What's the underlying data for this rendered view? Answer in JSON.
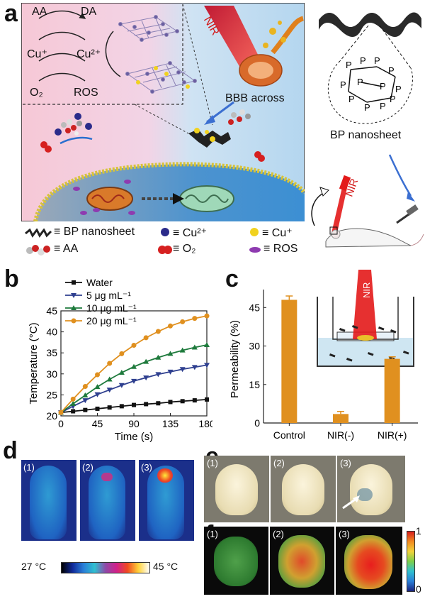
{
  "panel_a": {
    "label": "a",
    "cycle": {
      "aa": "AA",
      "da": "DA",
      "cu1": "Cu⁺",
      "cu2": "Cu²⁺",
      "o2": "O₂",
      "ros": "ROS"
    },
    "nir": "NIR",
    "bbb": "BBB across",
    "legend": [
      {
        "sym": "BP nanosheet",
        "text": "≡ BP nanosheet"
      },
      {
        "sym": "Cu2+",
        "text": "≡ Cu²⁺"
      },
      {
        "sym": "Cu+",
        "text": "≡ Cu⁺"
      },
      {
        "sym": "AA",
        "text": "≡ AA"
      },
      {
        "sym": "O2",
        "text": "≡ O₂"
      },
      {
        "sym": "ROS",
        "text": "≡ ROS"
      }
    ],
    "bp_title": "BP nanosheet",
    "p_atom": "P",
    "mouse_nir": "NIR"
  },
  "panel_b": {
    "label": "b",
    "chart_data": {
      "type": "line",
      "xlabel": "Time (s)",
      "ylabel": "Temperature (°C)",
      "xlim": [
        0,
        180
      ],
      "ylim": [
        20,
        45
      ],
      "xticks": [
        0,
        45,
        90,
        135,
        180
      ],
      "yticks": [
        20,
        25,
        30,
        35,
        40,
        45
      ],
      "x": [
        0,
        15,
        30,
        45,
        60,
        75,
        90,
        105,
        120,
        135,
        150,
        165,
        180
      ],
      "series": [
        {
          "name": "Water",
          "color": "#111111",
          "marker": "square",
          "values": [
            20.8,
            21.1,
            21.4,
            21.7,
            22.0,
            22.3,
            22.6,
            22.8,
            23.0,
            23.3,
            23.5,
            23.7,
            23.9
          ]
        },
        {
          "name": "5 μg mL⁻¹",
          "color": "#2e3f8f",
          "marker": "triangle-down",
          "values": [
            20.8,
            22.3,
            23.7,
            25.1,
            26.2,
            27.3,
            28.3,
            29.1,
            29.9,
            30.5,
            31.1,
            31.6,
            32.1
          ]
        },
        {
          "name": "10 μg mL⁻¹",
          "color": "#1e7a3c",
          "marker": "triangle-up",
          "values": [
            20.8,
            22.9,
            24.9,
            26.9,
            28.7,
            30.3,
            31.7,
            32.9,
            33.9,
            34.8,
            35.6,
            36.3,
            36.9
          ]
        },
        {
          "name": "20 μg mL⁻¹",
          "color": "#e0901f",
          "marker": "circle",
          "values": [
            20.8,
            24.0,
            27.0,
            29.8,
            32.5,
            34.8,
            36.8,
            38.6,
            40.1,
            41.4,
            42.4,
            43.2,
            43.8
          ]
        }
      ]
    }
  },
  "panel_c": {
    "label": "c",
    "nir": "NIR",
    "chart_data": {
      "type": "bar",
      "categories": [
        "Control",
        "NIR(-)",
        "NIR(+)"
      ],
      "values": [
        48.0,
        3.5,
        25.0
      ],
      "errors": [
        1.5,
        1.0,
        0.8
      ],
      "ylabel": "Permeability (%)",
      "ylim": [
        0,
        52
      ],
      "yticks": [
        0,
        15,
        30,
        45
      ],
      "color": "#e0901f"
    }
  },
  "panel_d": {
    "label": "d",
    "frames": [
      "(1)",
      "(2)",
      "(3)"
    ],
    "scale_min": "27 °C",
    "scale_max": "45 °C"
  },
  "panel_e": {
    "label": "e",
    "frames": [
      "(1)",
      "(2)",
      "(3)"
    ]
  },
  "panel_f": {
    "label": "f",
    "frames": [
      "(1)",
      "(2)",
      "(3)"
    ],
    "scale_max": "1",
    "scale_min": "0"
  }
}
